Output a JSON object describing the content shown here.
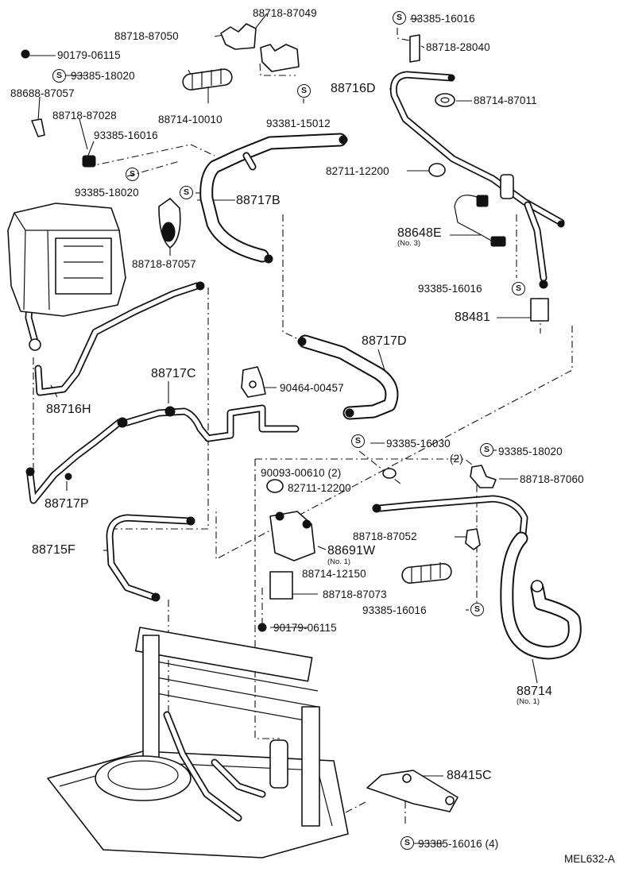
{
  "diagram_code": "MEL632-A",
  "symbol": "S",
  "labels": {
    "p01": "88718-87049",
    "p02": "88718-87050",
    "p03": "93385-16016",
    "p04": "88718-28040",
    "p05": "90179-06115",
    "p06": "93385-18020",
    "p07": "88688-87057",
    "p08": "88718-87028",
    "p09": "88714-10010",
    "p10": "93381-15012",
    "p11": "88716D",
    "p12": "88714-87011",
    "p13": "93385-16016",
    "p14": "82711-12200",
    "p15": "93385-18020",
    "p16": "88717B",
    "p17": "88718-87057",
    "p18": "88648E",
    "p18s": "(No. 3)",
    "p19": "93385-16016",
    "p20": "88481",
    "p21": "88717D",
    "p22": "88717C",
    "p23": "90464-00457",
    "p24": "88716H",
    "p25": "93385-16030",
    "p26": "(2)",
    "p27": "93385-18020",
    "p28": "90093-00610 (2)",
    "p29": "88718-87060",
    "p30": "82711-12200",
    "p31": "88717P",
    "p32": "88715F",
    "p33": "88718-87052",
    "p34": "88691W",
    "p34s": "(No. 1)",
    "p35": "88714-12150",
    "p36": "88718-87073",
    "p37": "93385-16016",
    "p38": "90179-06115",
    "p39": "88714",
    "p39s": "(No. 1)",
    "p40": "88415C",
    "p41": "93385-16016 (4)"
  }
}
